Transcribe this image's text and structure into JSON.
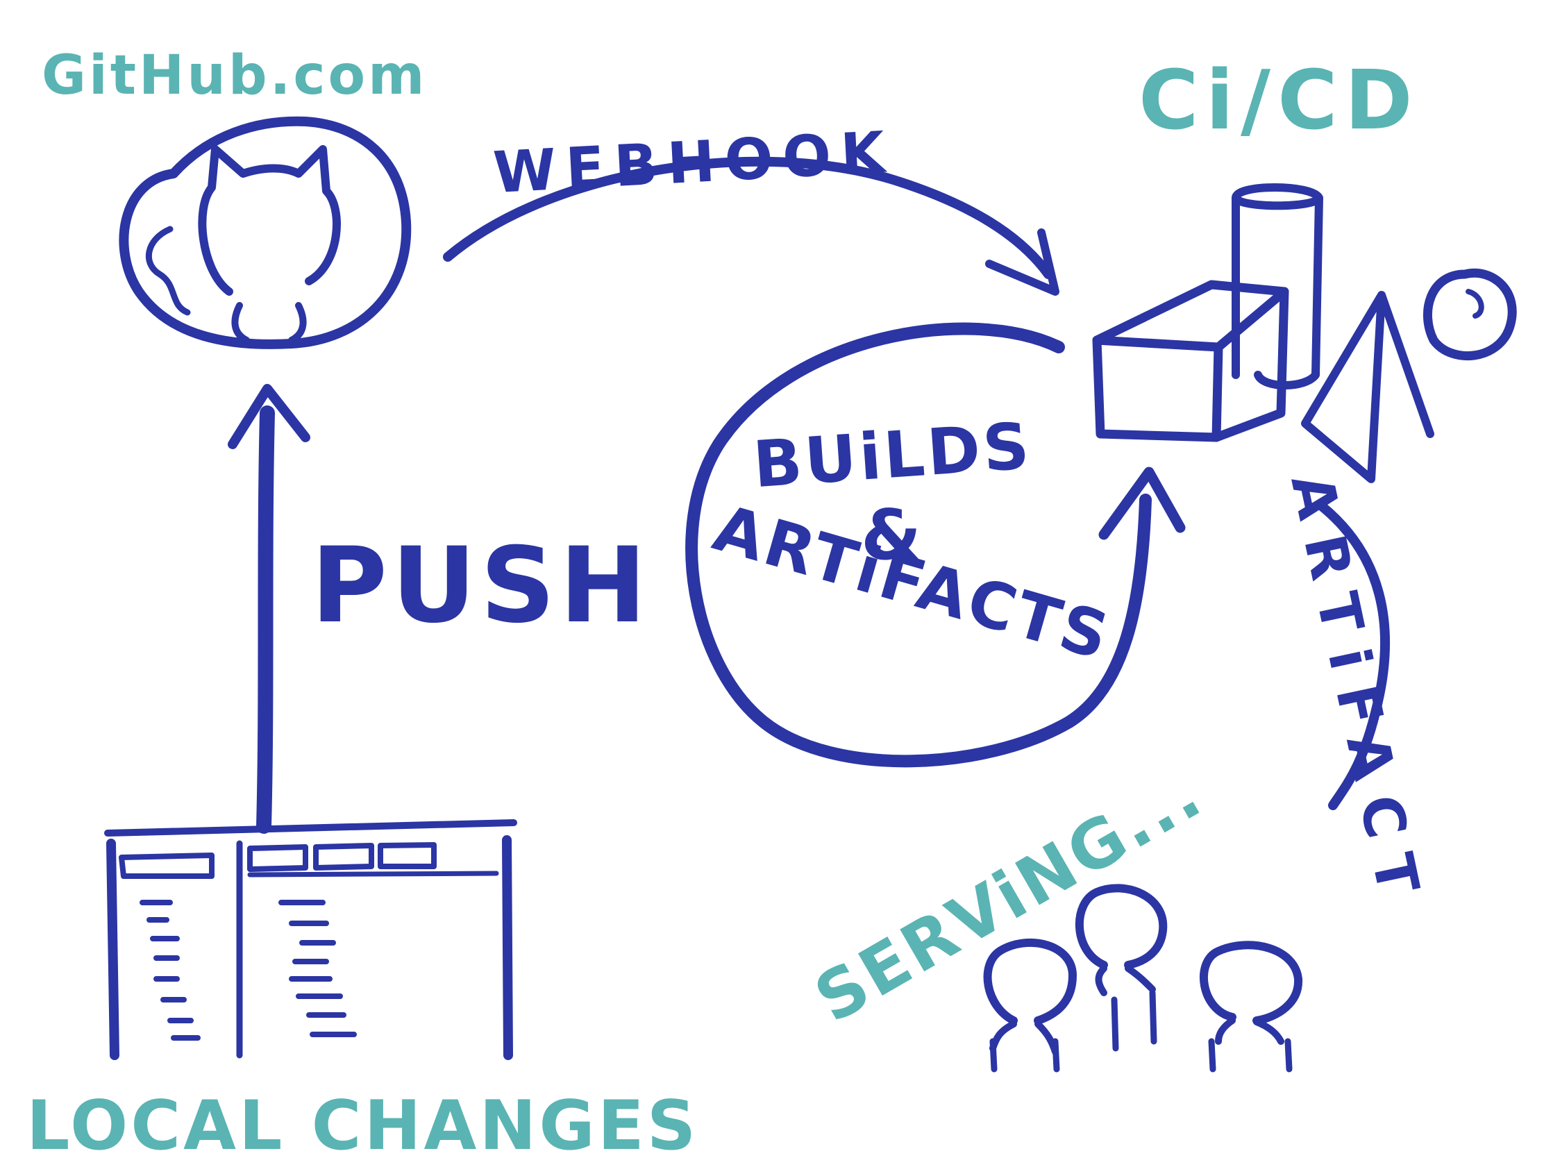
{
  "labels": {
    "github": "GitHub.com",
    "cicd": "Ci/CD",
    "webhook": "WEBHOOK",
    "push": "PUSH",
    "builds_1": "BUiLDS",
    "builds_2": "&",
    "builds_3": "ARTiFACTS",
    "artifact": "ARTiFACT",
    "serving": "SERViNG...",
    "local_changes": "LOCAL CHANGES"
  },
  "colors": {
    "ink": "#2b35a3",
    "accent": "#5ab4b3",
    "background": "#ffffff"
  },
  "icons": [
    "github-octocat-icon",
    "ci-cd-shapes-icon",
    "code-editor-window-icon",
    "audience-people-icon"
  ]
}
